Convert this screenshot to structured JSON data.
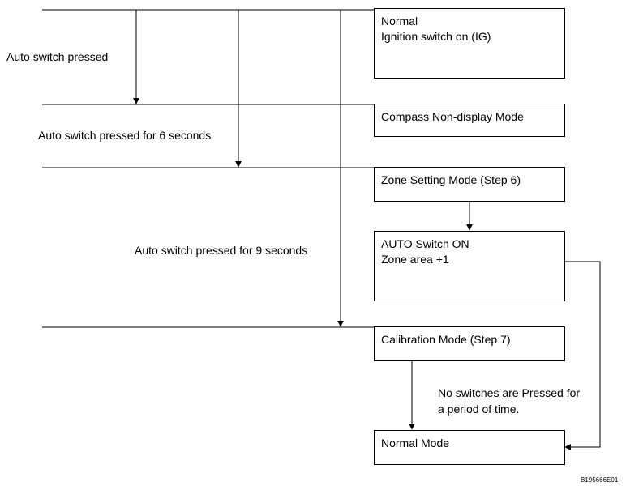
{
  "events": {
    "auto_pressed": "Auto switch pressed",
    "pressed_6s": "Auto switch pressed for 6 seconds",
    "pressed_9s": "Auto switch pressed for 9 seconds",
    "no_switches": [
      "No switches are Pressed for",
      "a period of time."
    ]
  },
  "modes": {
    "normal": [
      "Normal",
      "Ignition switch on (IG)"
    ],
    "compass_non_display": "Compass Non-display Mode",
    "zone_setting": "Zone Setting Mode (Step 6)",
    "auto_switch_on": [
      "AUTO Switch ON",
      "Zone area +1"
    ],
    "calibration": "Calibration Mode (Step 7)",
    "normal_mode": "Normal Mode"
  },
  "figure_code": "B195666E01"
}
